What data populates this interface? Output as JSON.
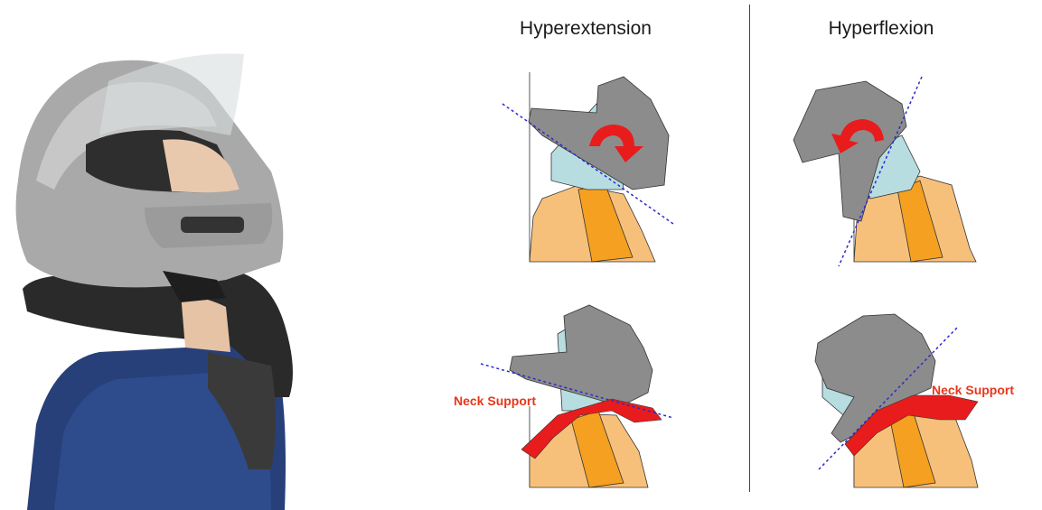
{
  "columns": {
    "left_title": "Hyperextension",
    "right_title": "Hyperflexion"
  },
  "callouts": {
    "neck_support_left": "Neck Support",
    "neck_support_right": "Neck Support"
  },
  "colors": {
    "helmet": "#8c8c8c",
    "neck": "#b8dde0",
    "shoulder": "#f7c07a",
    "spine": "#f5a020",
    "support": "#e81c1c",
    "arrow": "#e81c1c",
    "guide_line": "#2a2ad0",
    "label": "#e8361c"
  },
  "photo": {
    "subject": "rider-with-helmet-and-neck-brace"
  }
}
